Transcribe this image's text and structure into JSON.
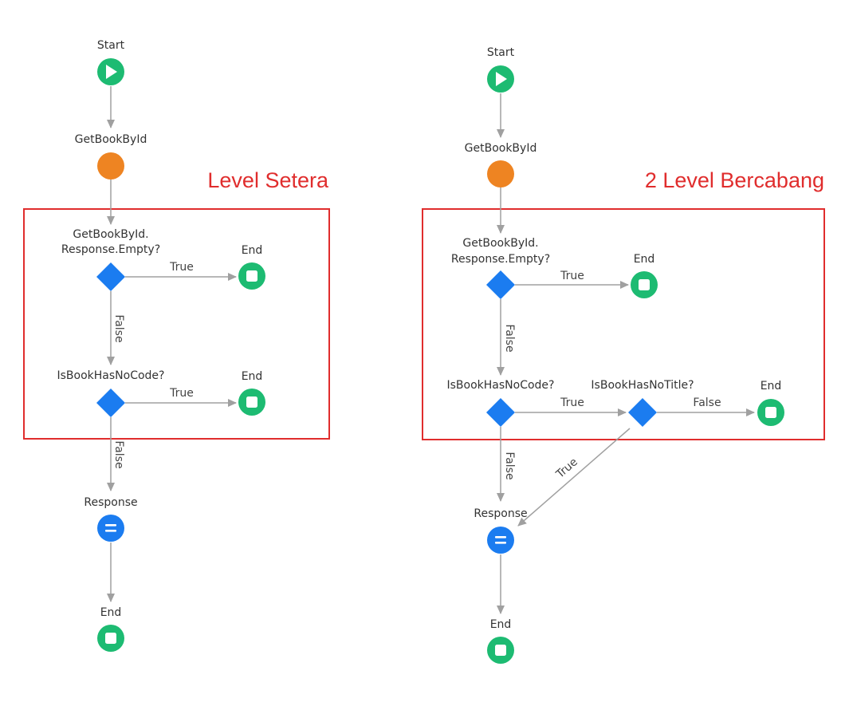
{
  "colors": {
    "start": "#1dbb72",
    "end": "#1dbb72",
    "server_action": "#ee8422",
    "decision": "#1b7cf0",
    "assign": "#1b7cf0",
    "connector": "#a0a0a0",
    "highlight_box": "#e02d2d",
    "title_text": "#e02d2d"
  },
  "icons": {
    "start": "play-icon",
    "end": "stop-icon",
    "assign": "equals-icon",
    "decision": "diamond-icon",
    "server_action": "circle-icon"
  },
  "left_flow": {
    "title": "Level Setera",
    "nodes": {
      "start": {
        "label": "Start",
        "type": "start"
      },
      "get_book": {
        "label": "GetBookById",
        "type": "server_action"
      },
      "if_empty": {
        "label_line1": "GetBookById.",
        "label_line2": "Response.Empty?",
        "type": "decision"
      },
      "end_empty": {
        "label": "End",
        "type": "end"
      },
      "if_no_code": {
        "label": "IsBookHasNoCode?",
        "type": "decision"
      },
      "end_no_code": {
        "label": "End",
        "type": "end"
      },
      "response": {
        "label": "Response",
        "type": "assign"
      },
      "end_final": {
        "label": "End",
        "type": "end"
      }
    },
    "edges": {
      "empty_true": "True",
      "empty_false": "False",
      "no_code_true": "True",
      "no_code_false": "False"
    }
  },
  "right_flow": {
    "title": "2 Level Bercabang",
    "nodes": {
      "start": {
        "label": "Start",
        "type": "start"
      },
      "get_book": {
        "label": "GetBookById",
        "type": "server_action"
      },
      "if_empty": {
        "label_line1": "GetBookById.",
        "label_line2": "Response.Empty?",
        "type": "decision"
      },
      "end_empty": {
        "label": "End",
        "type": "end"
      },
      "if_no_code": {
        "label": "IsBookHasNoCode?",
        "type": "decision"
      },
      "if_no_title": {
        "label": "IsBookHasNoTitle?",
        "type": "decision"
      },
      "end_no_title": {
        "label": "End",
        "type": "end"
      },
      "response": {
        "label": "Response",
        "type": "assign"
      },
      "end_final": {
        "label": "End",
        "type": "end"
      }
    },
    "edges": {
      "empty_true": "True",
      "empty_false": "False",
      "no_code_true": "True",
      "no_code_false": "False",
      "no_title_false": "False",
      "no_title_true": "True"
    }
  }
}
